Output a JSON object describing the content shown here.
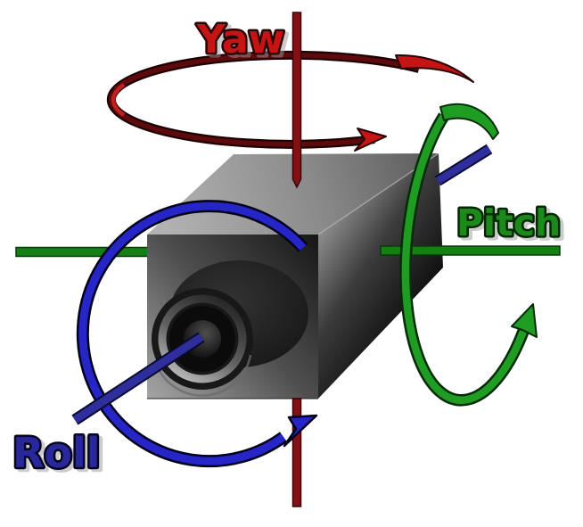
{
  "diagram": {
    "subject": "camera-rotation-axes",
    "labels": {
      "yaw": "Yaw",
      "pitch": "Pitch",
      "roll": "Roll"
    },
    "label_colors": {
      "yaw": "#c41414",
      "pitch": "#1b8a1b",
      "roll": "#28289c"
    },
    "arrow_colors": {
      "yaw": "#c41414",
      "pitch": "#1f9c22",
      "roll": "#2525c8"
    },
    "axis_colors": {
      "yaw_axis": "#841116",
      "pitch_axis": "#148014",
      "roll_axis": "#2e2e9d"
    }
  }
}
